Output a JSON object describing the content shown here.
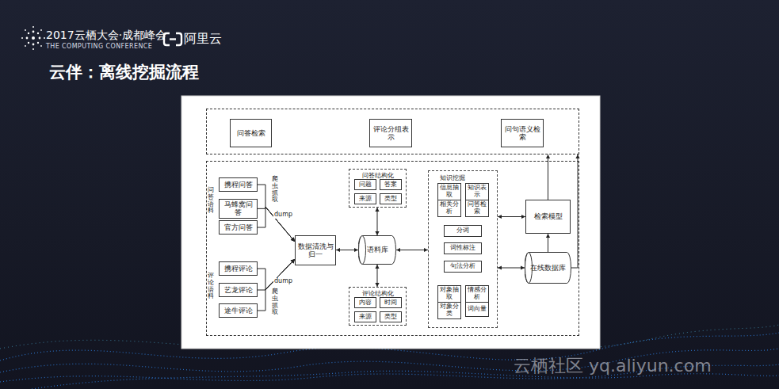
{
  "diagram": {
    "title": "云伴：离线挖掘流程",
    "nodes": [
      {
        "text": []
      },
      {
        "text": [
          "问答检索"
        ],
        "in": 0
      },
      {
        "text": [
          "评论分组表示"
        ],
        "in": 0
      },
      {
        "text": [
          "问句语义检索"
        ],
        "in": 0
      },
      {
        "text": []
      },
      {
        "text": [
          "携程问答"
        ],
        "in": 4
      },
      {
        "text": [
          "马蜂窝问答"
        ],
        "in": 4
      },
      {
        "text": [
          "官方问答"
        ],
        "in": 4
      },
      {
        "text": [
          "携程评论"
        ],
        "in": 4
      },
      {
        "text": [
          "艺龙评论"
        ],
        "in": 4
      },
      {
        "text": [
          "途牛评论"
        ],
        "in": 4
      },
      {
        "text": [
          "问答结构化"
        ],
        "in": 4
      },
      {
        "text": [
          "问题"
        ],
        "in": 11
      },
      {
        "text": [
          "答案"
        ],
        "in": 11
      },
      {
        "text": [
          "来源"
        ],
        "in": 11
      },
      {
        "text": [
          "类型"
        ],
        "in": 11
      },
      {
        "text": [
          "数据清洗与归一"
        ],
        "in": 4
      },
      {
        "text": [
          "语料库"
        ],
        "in": 4
      },
      {
        "text": [
          "评论结构化"
        ],
        "in": 4
      },
      {
        "text": [
          "内容"
        ],
        "in": 18
      },
      {
        "text": [
          "时间"
        ],
        "in": 18
      },
      {
        "text": [
          "来源"
        ],
        "in": 18
      },
      {
        "text": [
          "类型"
        ],
        "in": 18
      },
      {
        "text": [
          "知识挖掘"
        ],
        "in": 4
      },
      {
        "text": [
          "信息抽取"
        ],
        "in": 23
      },
      {
        "text": [
          "知识表示"
        ],
        "in": 23
      },
      {
        "text": [
          "相关分析"
        ],
        "in": 23
      },
      {
        "text": [
          "问答检索"
        ],
        "in": 23
      },
      {
        "text": [
          "分词"
        ],
        "in": 23
      },
      {
        "text": [
          "词性标注"
        ],
        "in": 23
      },
      {
        "text": [
          "句法分析"
        ],
        "in": 23
      },
      {
        "text": [
          "对象抽取"
        ],
        "in": 23
      },
      {
        "text": [
          "情感分析"
        ],
        "in": 23
      },
      {
        "text": [
          "对象分类"
        ],
        "in": 23
      },
      {
        "text": [
          "词向量"
        ],
        "in": 23
      },
      {
        "text": [
          "检索模型"
        ],
        "in": 4
      },
      {
        "text": [
          "在线数据库"
        ],
        "in": 4
      }
    ],
    "edges": [
      {
        "from": 5,
        "to": 16,
        "arrow": "to"
      },
      {
        "from": 6,
        "to": 16,
        "arrow": "to",
        "label": "dump"
      },
      {
        "from": 7,
        "to": 16,
        "arrow": "to"
      },
      {
        "from": 8,
        "to": 16,
        "arrow": "to"
      },
      {
        "from": 9,
        "to": 16,
        "arrow": "to",
        "label": "dump"
      },
      {
        "from": 10,
        "to": 16,
        "arrow": "to"
      },
      {
        "from": 16,
        "to": 17,
        "arrow": "both"
      },
      {
        "from": 17,
        "to": 11,
        "arrow": "both"
      },
      {
        "from": 17,
        "to": 18,
        "arrow": "both"
      },
      {
        "from": 17,
        "to": 23,
        "arrow": "both"
      },
      {
        "from": 23,
        "to": 35,
        "arrow": "both"
      },
      {
        "from": 23,
        "to": 36,
        "arrow": "both"
      },
      {
        "from": 36,
        "to": 35,
        "arrow": "to"
      },
      {
        "from": 35,
        "to": 0,
        "arrow": "to"
      },
      {
        "from": 36,
        "to": 0,
        "arrow": "to"
      }
    ],
    "labels": [
      "2017云栖大会·成都峰会",
      "THE COMPUTING CONFERENCE",
      "阿里云",
      "问答语料",
      "爬虫抓取",
      "评论语料",
      "爬虫抓取",
      "云栖社区 yq.aliyun.com"
    ]
  }
}
